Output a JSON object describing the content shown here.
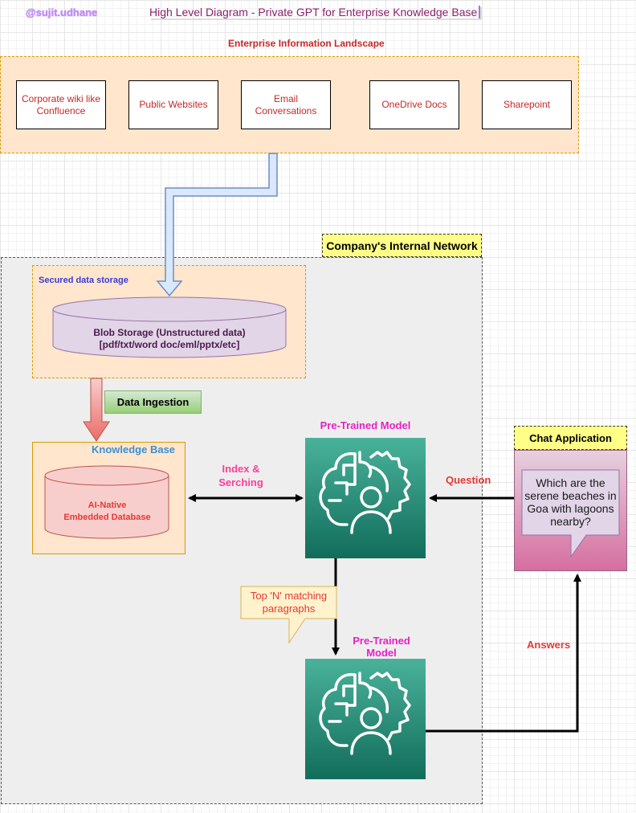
{
  "header": {
    "author": "@sujit.udhane",
    "title": "High Level Diagram - Private GPT for Enterprise Knowledge Base"
  },
  "landscape": {
    "title": "Enterprise Information Landscape",
    "sources": [
      "Corporate wiki like Confluence",
      "Public Websites",
      "Email Conversations",
      "OneDrive Docs",
      "Sharepoint"
    ]
  },
  "network": {
    "label": "Company's Internal Network",
    "storage_label": "Secured data storage",
    "blob_line1": "Blob Storage (Unstructured data)",
    "blob_line2": "[pdf/txt/word doc/eml/pptx/etc]",
    "ingestion": "Data Ingestion",
    "kb_label": "Knowledge Base",
    "kb_line1": "AI-Native",
    "kb_line2": "Embedded Database",
    "index_line1": "Index &",
    "index_line2": "Serching",
    "model1_label": "Pre-Trained Model",
    "model2_line1": "Pre-Trained",
    "model2_line2": "Model",
    "matching_line1": "Top 'N' matching",
    "matching_line2": "paragraphs"
  },
  "chat": {
    "label": "Chat Application",
    "question_label": "Question",
    "answers_label": "Answers",
    "sample_question": "Which are the serene beaches in Goa with lagoons nearby?"
  },
  "colors": {
    "landscape_fill": "#ffe6cc",
    "network_fill": "#eeeeee",
    "label_yellow": "#ffff88",
    "model_green": "#1a8a6e",
    "accent_red": "#c62828",
    "accent_pink": "#e91ec4"
  }
}
